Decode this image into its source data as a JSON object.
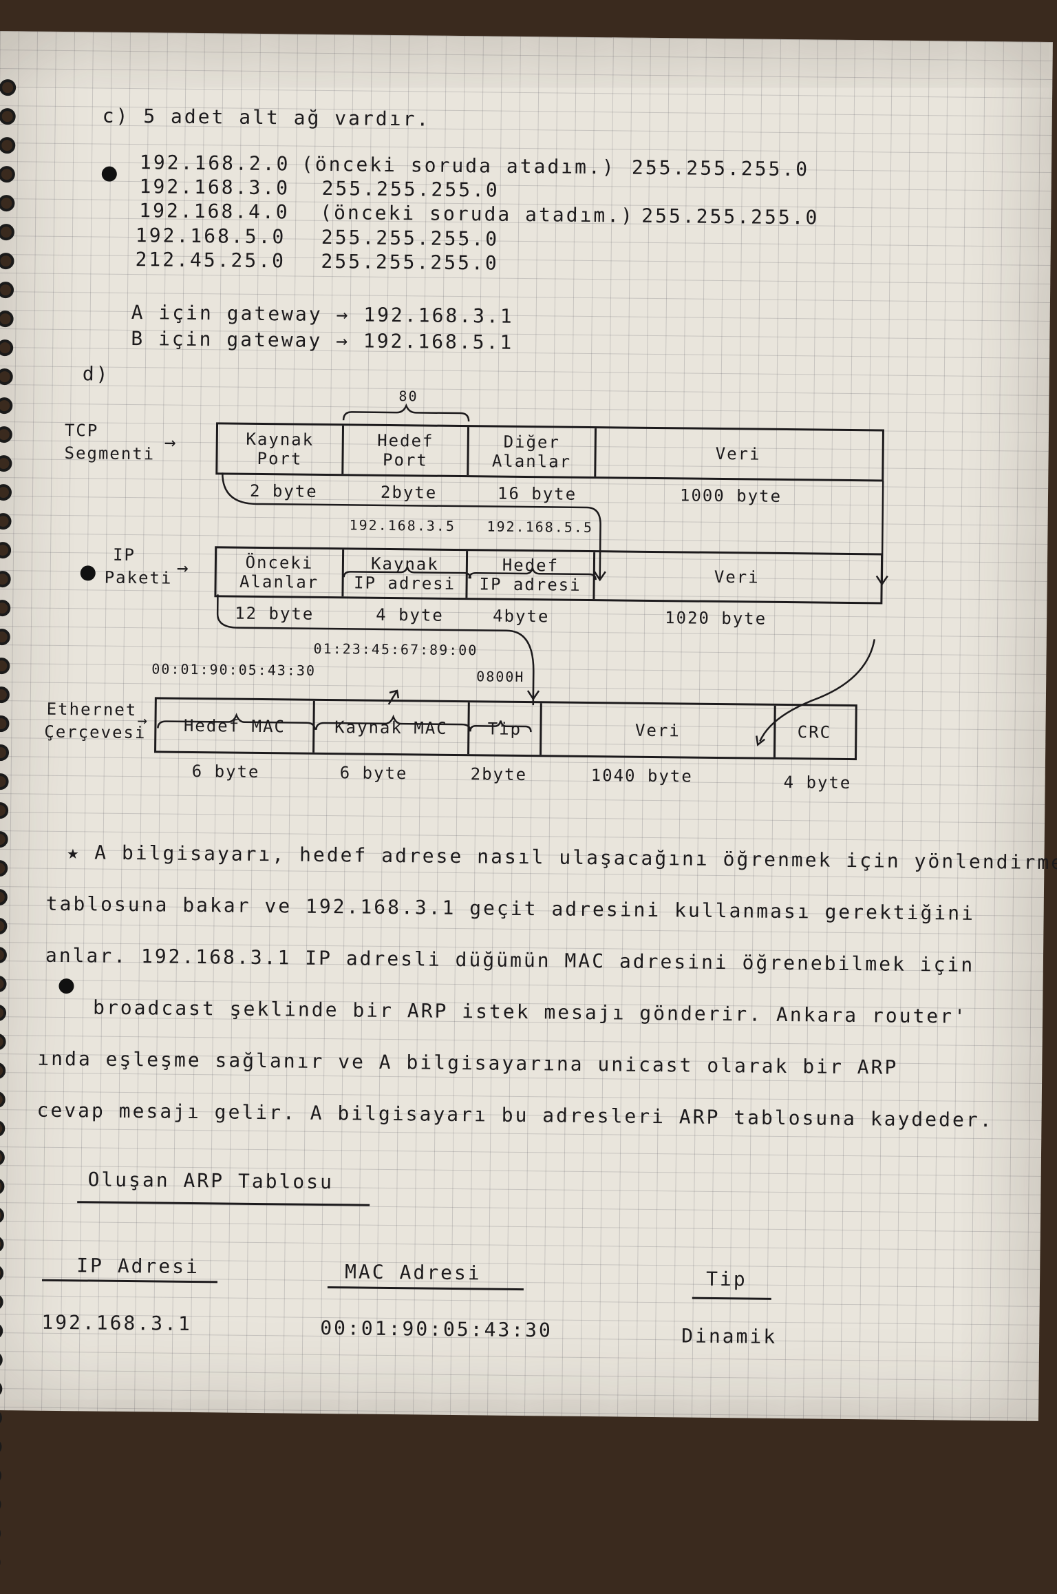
{
  "section_c": {
    "heading": "c) 5 adet alt ağ vardır.",
    "subnets": [
      {
        "net": "192.168.2.0",
        "note": "(önceki soruda atadım.)",
        "mask": "255.255.255.0"
      },
      {
        "net": "192.168.3.0",
        "note": "",
        "mask": "255.255.255.0"
      },
      {
        "net": "192.168.4.0",
        "note": "(önceki soruda atadım.)",
        "mask": "255.255.255.0"
      },
      {
        "net": "192.168.5.0",
        "note": "",
        "mask": "255.255.255.0"
      },
      {
        "net": "212.45.25.0",
        "note": "",
        "mask": "255.255.255.0"
      }
    ],
    "gateways": [
      {
        "text": "A için gateway → 192.168.3.1"
      },
      {
        "text": "B için gateway → 192.168.5.1"
      }
    ]
  },
  "section_d": {
    "heading": "d)",
    "tcp": {
      "label_1": "TCP",
      "label_2": "Segmenti",
      "arrow": "→",
      "brace_label": "80",
      "fields": [
        {
          "l1": "Kaynak",
          "l2": "Port",
          "size": "2 byte"
        },
        {
          "l1": "Hedef",
          "l2": "Port",
          "size": "2byte"
        },
        {
          "l1": "Diğer",
          "l2": "Alanlar",
          "size": "16 byte"
        },
        {
          "l1": "Veri",
          "l2": "",
          "size": "1000 byte"
        }
      ]
    },
    "ip": {
      "label_1": "IP",
      "label_2": "Paketi",
      "arrow": "→",
      "src_ip": "192.168.3.5",
      "dst_ip": "192.168.5.5",
      "fields": [
        {
          "l1": "Önceki",
          "l2": "Alanlar",
          "size": "12 byte"
        },
        {
          "l1": "Kaynak",
          "l2": "IP adresi",
          "size": "4 byte"
        },
        {
          "l1": "Hedef",
          "l2": "IP adresi",
          "size": "4byte"
        },
        {
          "l1": "Veri",
          "l2": "",
          "size": "1020 byte"
        }
      ]
    },
    "ethernet": {
      "label_1": "Ethernet",
      "label_2": "Çerçevesi",
      "arrow": "→",
      "dst_mac": "00:01:90:05:43:30",
      "src_mac": "01:23:45:67:89:00",
      "type_val": "0800H",
      "fields": [
        {
          "l1": "Hedef MAC",
          "size": "6 byte"
        },
        {
          "l1": "Kaynak MAC",
          "size": "6 byte"
        },
        {
          "l1": "Tip",
          "size": "2byte"
        },
        {
          "l1": "Veri",
          "size": "1040 byte"
        },
        {
          "l1": "CRC",
          "size": "4 byte"
        }
      ]
    }
  },
  "explanation": [
    "★ A bilgisayarı, hedef adrese nasıl ulaşacağını öğrenmek için yönlendirme",
    "tablosuna bakar ve 192.168.3.1 geçit adresini kullanması gerektiğini",
    "anlar. 192.168.3.1 IP adresli düğümün MAC adresini öğrenebilmek için",
    "broadcast şeklinde bir ARP istek mesajı gönderir. Ankara router'",
    "ında eşleşme sağlanır ve A bilgisayarına unicast olarak bir ARP",
    "cevap mesajı gelir. A bilgisayarı bu adresleri ARP tablosuna kaydeder."
  ],
  "arp_table": {
    "title": "Oluşan ARP Tablosu",
    "headers": [
      "IP Adresi",
      "MAC Adresi",
      "Tip"
    ],
    "rows": [
      [
        "192.168.3.1",
        "00:01:90:05:43:30",
        "Dinamik"
      ]
    ]
  }
}
